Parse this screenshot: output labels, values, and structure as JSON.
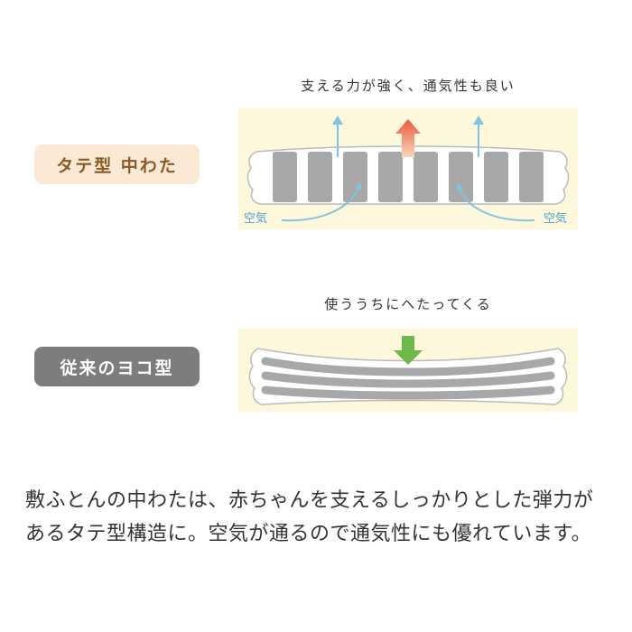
{
  "sections": {
    "vertical": {
      "caption": "支える力が強く、通気性も良い",
      "label": "タテ型 中わた",
      "air_label_left": "空気",
      "air_label_right": "空気",
      "label_bg": "#fbe9d6",
      "label_color": "#8a5a25"
    },
    "horizontal": {
      "caption": "使ううちにへたってくる",
      "label": "従来のヨコ型",
      "label_bg": "#7d7d7d",
      "label_color": "#ffffff"
    }
  },
  "description": "敷ふとんの中わたは、赤ちゃんを支えるしっかりとした弾力があるタテ型構造に。空気が通るので通気性にも優れています。",
  "colors": {
    "panel_bg": "#fdf8dc",
    "fiber": "#a8a8a8",
    "air_arrow": "#7fc3e3",
    "up_arrow_top": "#e8573d",
    "up_arrow_bottom": "#f6c3a0",
    "down_arrow": "#6cb84a"
  }
}
